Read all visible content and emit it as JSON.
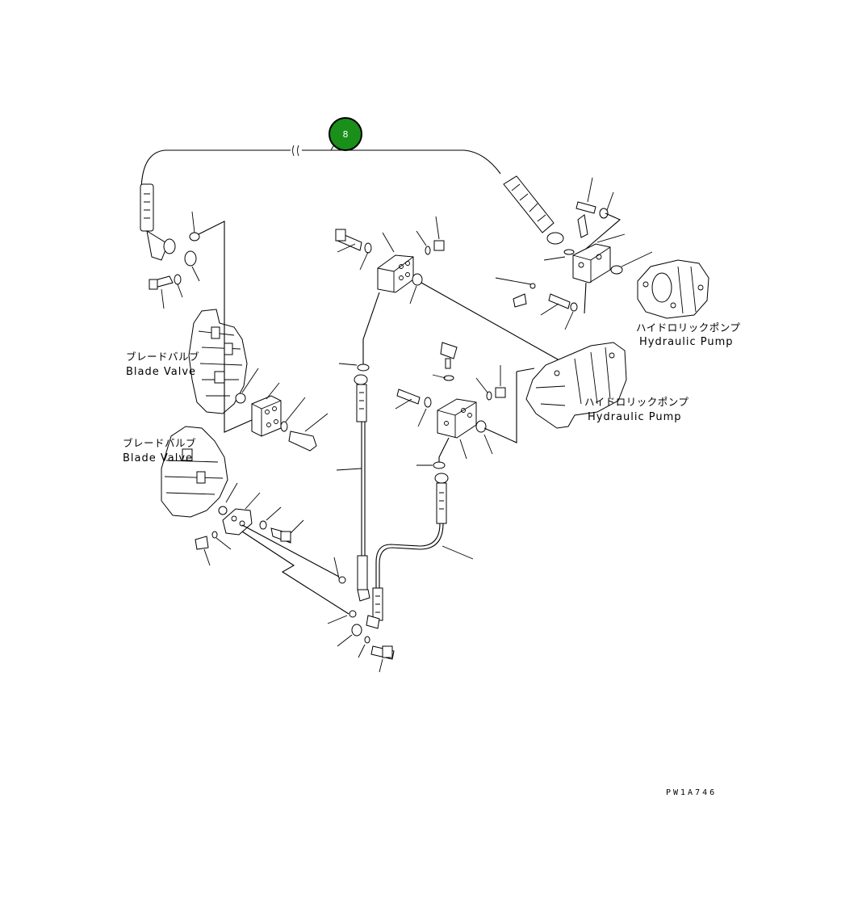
{
  "badge": {
    "label": "8",
    "color": "#1a8f1a"
  },
  "labels": {
    "blade_valve_upper_jp": "ブレードバルブ",
    "blade_valve_upper_en": "Blade Valve",
    "blade_valve_lower_jp": "ブレードバルブ",
    "blade_valve_lower_en": "Blade Valve",
    "pump_upper_jp": "ハイドロリックポンプ",
    "pump_upper_en": "Hydraulic Pump",
    "pump_lower_jp": "ハイドロリックポンプ",
    "pump_lower_en": "Hydraulic Pump"
  },
  "drawing_code": "PW1A746"
}
